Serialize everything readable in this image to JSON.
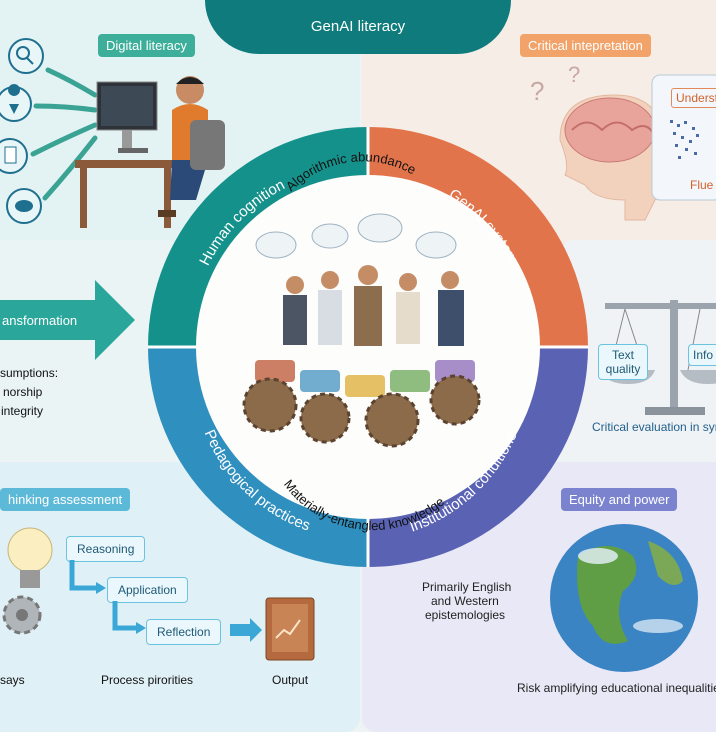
{
  "header": {
    "title": "GenAI literacy"
  },
  "wheel": {
    "segments": [
      "Human cognition",
      "GenAI systems",
      "Pedagogical practices",
      "Institutional conditions"
    ],
    "top_label": "Algorithmic abundance",
    "bottom_label": "Materially-entangled knowledge"
  },
  "digital_literacy": {
    "label": "Digital literacy",
    "icons": [
      "search-icon",
      "location-icon",
      "document-icon",
      "chat-icon"
    ]
  },
  "critical_interpretation": {
    "label": "Critical intepretation",
    "card_text_1": "Underst",
    "card_text_2": "Flue"
  },
  "transformation": {
    "arrow_label": "ansformation",
    "lines": [
      "sumptions:",
      "norship",
      "integrity"
    ]
  },
  "critical_evaluation": {
    "pan_left": "Text quality",
    "pan_right": "Info re",
    "caption": "Critical evaluation in syn"
  },
  "assessment": {
    "label": "hinking assessment",
    "steps": [
      "Reasoning",
      "Application",
      "Reflection"
    ],
    "bottom": [
      "says",
      "Process pirorities",
      "Output"
    ]
  },
  "equity": {
    "label": "Equity and power",
    "side_text": [
      "Primarily English",
      "and Western",
      "epistemologies"
    ],
    "caption": "Risk amplifying educational inequalities"
  },
  "colors": {
    "teal": "#0f7b7c",
    "orange": "#e2744c",
    "blue": "#2f8fbf",
    "purple": "#5a62b4"
  }
}
